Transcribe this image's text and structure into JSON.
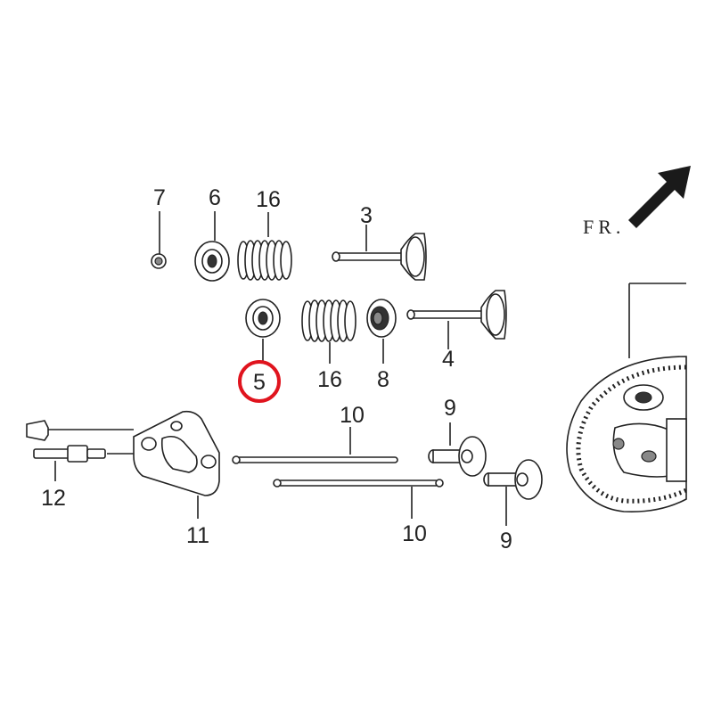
{
  "labels": {
    "p7": "7",
    "p6": "6",
    "p16a": "16",
    "p3": "3",
    "p5": "5",
    "p16b": "16",
    "p8": "8",
    "p4": "4",
    "p10a": "10",
    "p9a": "9",
    "p12": "12",
    "p11": "11",
    "p10b": "10",
    "p9b": "9",
    "fr": "FR."
  },
  "highlight": {
    "part": "5",
    "color": "#e0141e"
  },
  "colors": {
    "ink": "#222222",
    "arrow": "#1a1a1a"
  },
  "icons": {
    "front_direction": "arrow-up-right-icon"
  }
}
